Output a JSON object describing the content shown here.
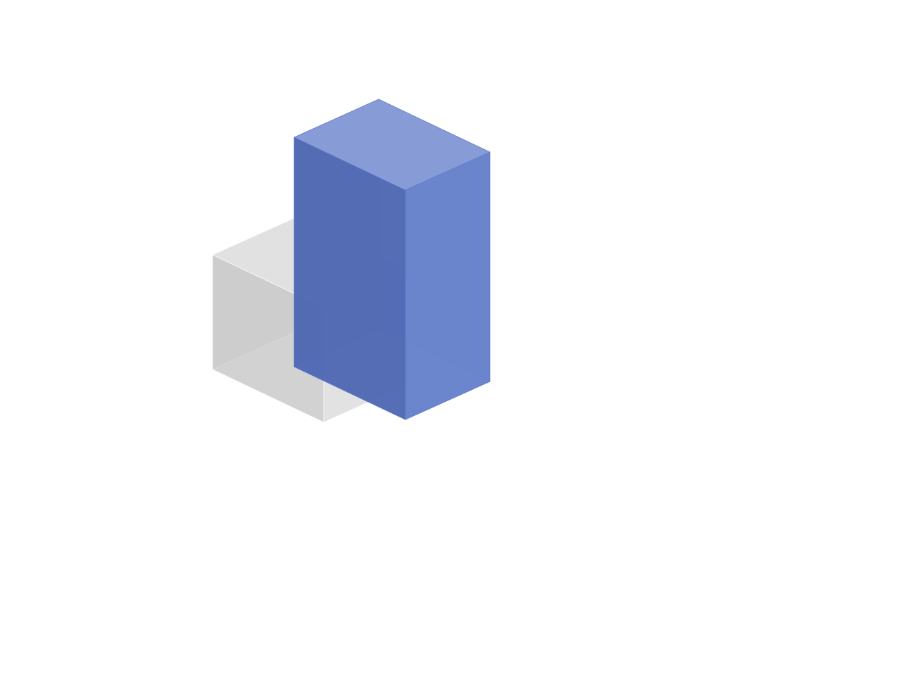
{
  "chart_data": {
    "type": "bar3d",
    "title": "",
    "xlabel": "",
    "ylabel": "",
    "zlabel": "",
    "x_tick_labels": [],
    "y_tick_labels": [],
    "z_tick_labels": [],
    "grid": true,
    "bars": [
      {
        "x": 0,
        "y": 0,
        "z_base": 0,
        "dx": 1,
        "dy": 1,
        "dz": 1,
        "color": "#d9d9d9",
        "alpha": 0.55,
        "edge_color": "#ffffff"
      },
      {
        "x": 1,
        "y": -0.35,
        "z_base": 0.6,
        "dx": 1,
        "dy": 1,
        "dz": 2,
        "color": "#5b77c9",
        "alpha": 0.85,
        "edge_color": "#5b77c9"
      }
    ]
  }
}
